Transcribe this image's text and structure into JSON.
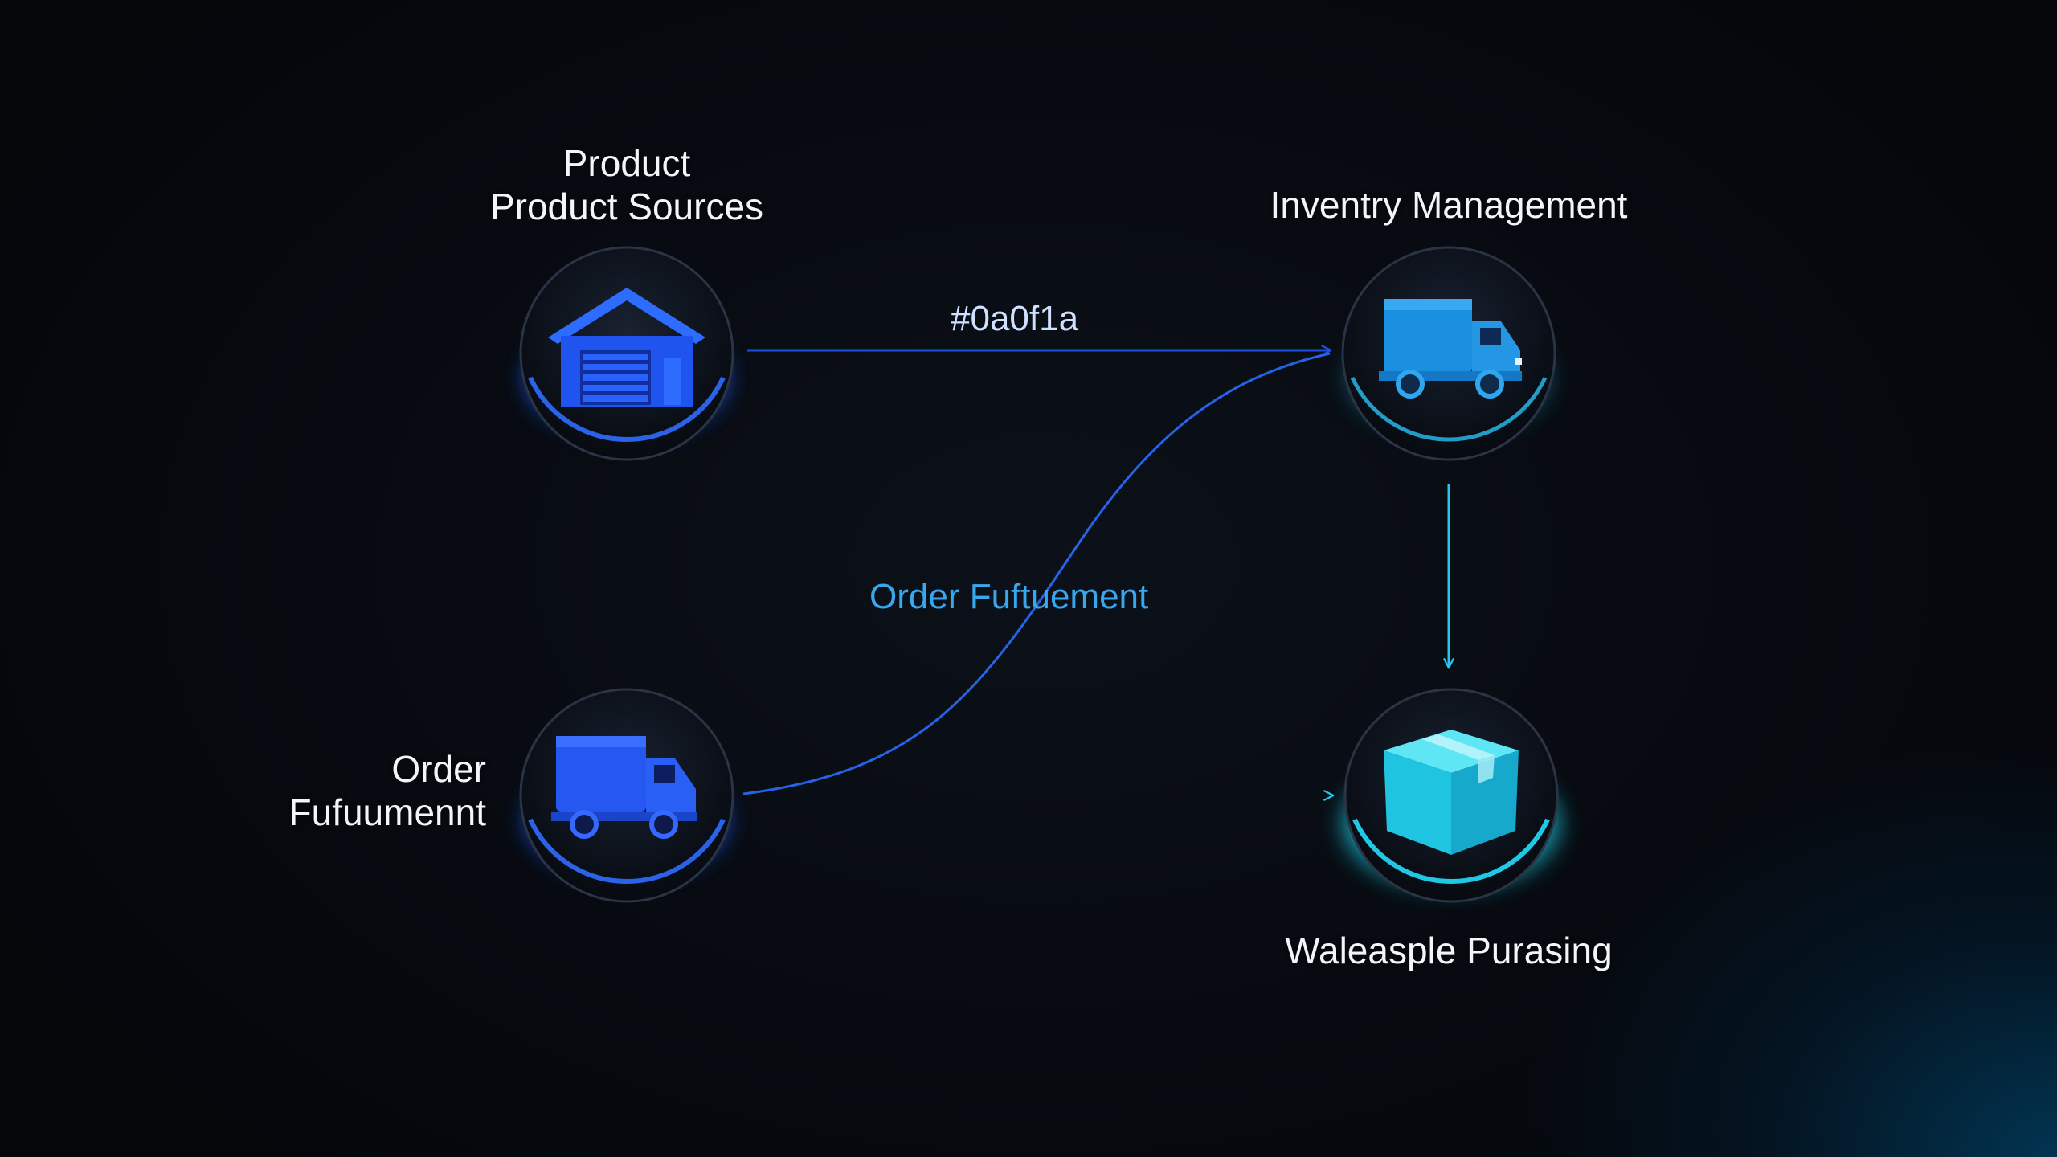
{
  "nodes": {
    "sources": {
      "label_line1": "Product",
      "label_line2": "Product Sources",
      "icon": "warehouse-icon"
    },
    "inventory": {
      "label": "Inventry Management",
      "icon": "truck-icon"
    },
    "order": {
      "label_line1": "Order",
      "label_line2": "Fufuumennt",
      "icon": "truck-icon"
    },
    "warehouse": {
      "label": "Waleasple Purasing",
      "icon": "box-icon"
    }
  },
  "edges": {
    "top_label": "#0a0f1a",
    "middle_label": "Order Fuftuement"
  },
  "colors": {
    "background": "#0a0f1a",
    "blue_accent": "#1f5cff",
    "cyan_accent": "#22d3ee",
    "arrow_blue": "#1e4fe0",
    "arrow_cyan": "#26c6f0",
    "edge_label_top": "#cfe0ff",
    "edge_label_mid": "#38a8ee"
  }
}
